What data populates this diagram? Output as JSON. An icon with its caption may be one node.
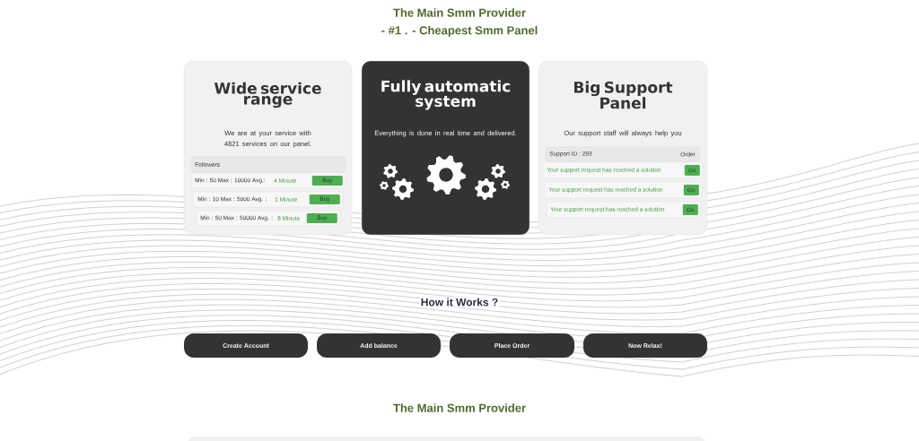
{
  "diagram": {
    "title": "The Main Smm Provider",
    "nodes": [
      {
        "text": [
          "Wide service range",
          "We are at your service with 4821 services on our panel."
        ]
      },
      {
        "text": [
          "Followers"
        ],
        "in": 0
      },
      {
        "text": [
          "Min : 50 Max : 10000 Avg.:",
          "4 Minute",
          "Buy"
        ],
        "in": 0
      },
      {
        "text": [
          "Min : 10 Max : 5000 Avg. :",
          "1 Minute",
          "Buy"
        ],
        "in": 0
      },
      {
        "text": [
          "Min : 50 Max : 50000 Avg. :",
          "8 Minute",
          "Buy"
        ],
        "in": 0
      },
      {
        "text": [
          "Fully automatic system",
          "Everything is done in real time and delivered."
        ]
      },
      {
        "text": [
          "Big Support Panel",
          "Our support staff will always help you"
        ]
      },
      {
        "text": [
          "Support ID : 293",
          "Order"
        ],
        "in": 6
      },
      {
        "text": [
          "Your support request has reached a solution",
          "Go"
        ],
        "in": 6
      },
      {
        "text": [
          "Your support request has reached a solution",
          "Go"
        ],
        "in": 6
      },
      {
        "text": [
          "Your support request has reached a solution",
          "Go"
        ],
        "in": 6
      },
      {
        "text": [
          "Create Account"
        ]
      },
      {
        "text": [
          "Add balance"
        ]
      },
      {
        "text": [
          "Place Order"
        ]
      },
      {
        "text": [
          "Now Relax!"
        ]
      }
    ],
    "labels": [
      "- #1 . - Cheapest Smm Panel",
      "How it Works ?",
      "The Main Smm Provider"
    ]
  }
}
